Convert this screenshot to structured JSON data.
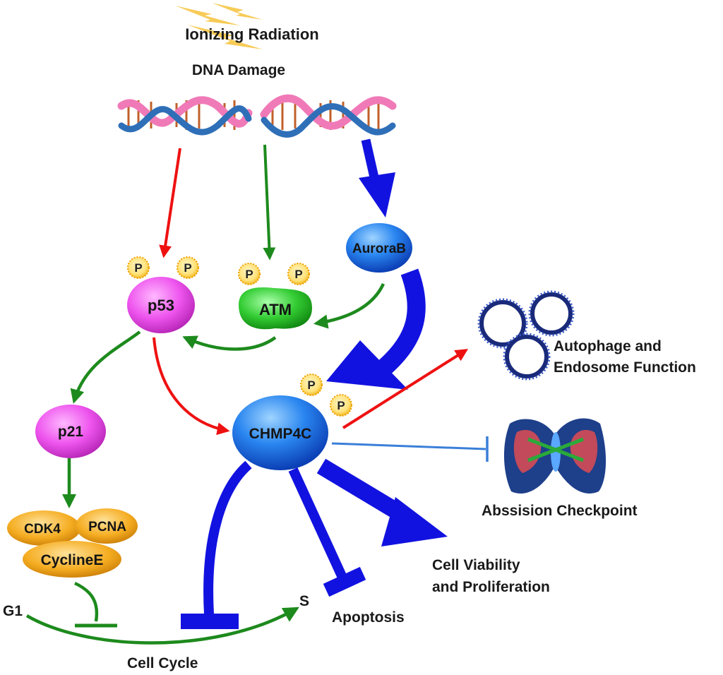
{
  "labels": {
    "ionizing_radiation": "Ionizing Radiation",
    "dna_damage": "DNA Damage",
    "autophage_line1": "Autophage and",
    "autophage_line2": "Endosome Function",
    "abscission": "Abssision Checkpoint",
    "viability_line1": "Cell Viability",
    "viability_line2": "and Proliferation",
    "apoptosis": "Apoptosis",
    "cell_cycle": "Cell Cycle",
    "g1": "G1",
    "s": "S"
  },
  "nodes": {
    "aurora_b": "AuroraB",
    "p53": "p53",
    "atm": "ATM",
    "chmp4c": "CHMP4C",
    "p21": "p21",
    "cdk4": "CDK4",
    "pcna": "PCNA",
    "cyclin_e": "CyclineE"
  },
  "phospho": "P",
  "colors": {
    "red_arrow": "#ee1111",
    "green_arrow": "#1d8a1d",
    "blue_arrow": "#1212e0",
    "blue_inhibit_thin": "#3a7fd8",
    "magenta_node": "#e64fe6",
    "green_node": "#22bb22",
    "blue_node": "#1f6fe0",
    "orange_node": "#f2a81d"
  }
}
